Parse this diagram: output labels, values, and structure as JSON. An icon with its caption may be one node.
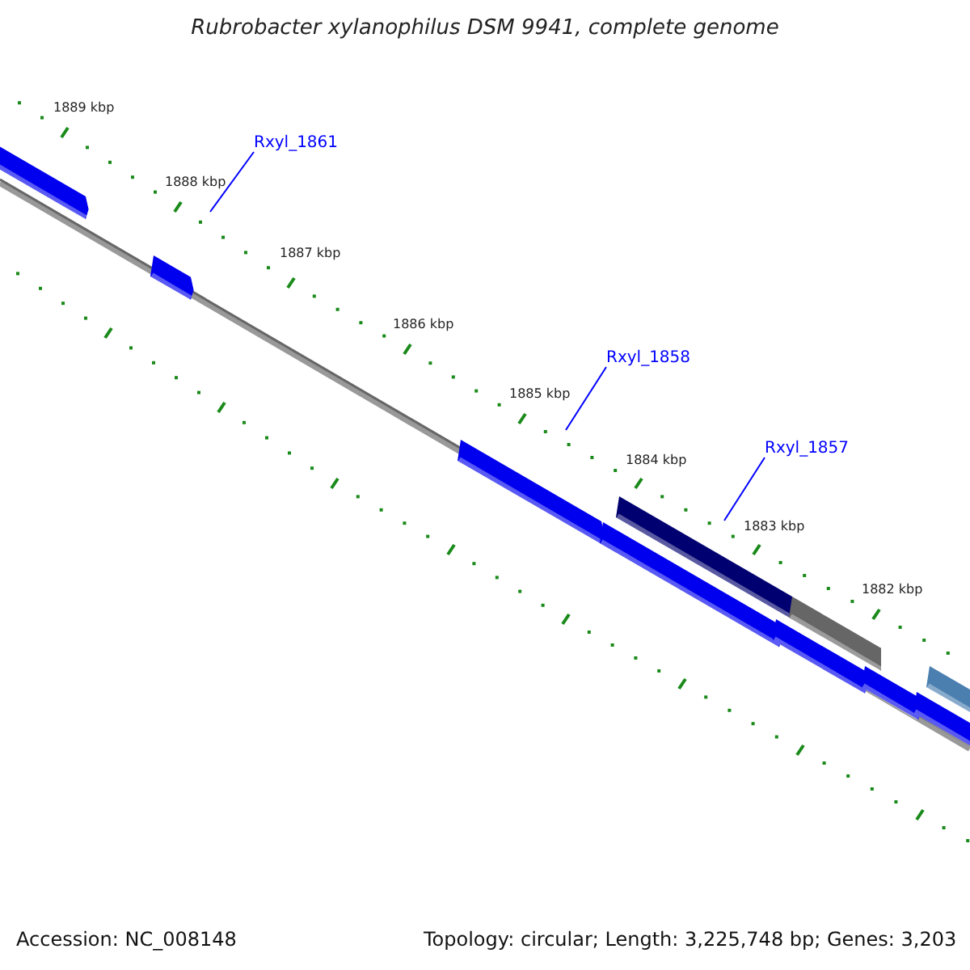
{
  "diagram": {
    "title": "Rubrobacter xylanophilus DSM 9941, complete genome",
    "nodes": [
      {
        "text": [
          "Rxyl_1861"
        ]
      },
      {
        "text": [
          "Rxyl_1858"
        ]
      },
      {
        "text": [
          "Rxyl_1857"
        ]
      }
    ],
    "edges": [
      {
        "from": 0,
        "to": null,
        "arrow": "none"
      },
      {
        "from": 1,
        "to": null,
        "arrow": "none"
      },
      {
        "from": 2,
        "to": null,
        "arrow": "none"
      }
    ],
    "labels": [
      "1889 kbp",
      "1888 kbp",
      "1887 kbp",
      "1886 kbp",
      "1885 kbp",
      "1884 kbp",
      "1883 kbp",
      "1882 kbp",
      "Accession: NC_008148",
      "Topology: circular; Length: 3,225,748 bp; Genes: 3,203"
    ]
  }
}
